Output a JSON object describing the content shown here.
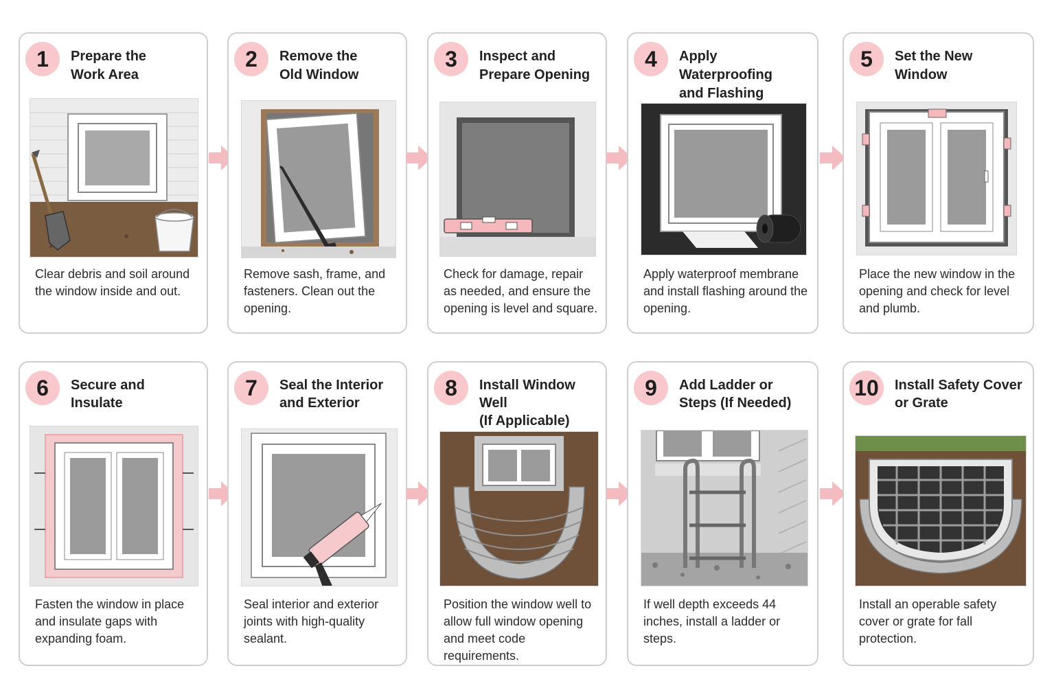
{
  "accent_color": "#f8c8cc",
  "arrow_color": "#f4bcc0",
  "steps": [
    {
      "number": "1",
      "title": "Prepare the\nWork Area",
      "description": "Clear debris and soil around the window inside and out.",
      "icon": "shovel-bucket-window-illustration"
    },
    {
      "number": "2",
      "title": "Remove the\nOld Window",
      "description": "Remove sash, frame, and fasteners. Clean out the opening.",
      "icon": "pry-bar-window-removal-illustration"
    },
    {
      "number": "3",
      "title": "Inspect and\nPrepare Opening",
      "description": "Check for damage, repair as needed, and ensure the opening is level and square.",
      "icon": "level-opening-illustration"
    },
    {
      "number": "4",
      "title": "Apply Waterproofing\nand Flashing",
      "description": "Apply waterproof membrane and install flashing around the opening.",
      "icon": "membrane-roll-illustration"
    },
    {
      "number": "5",
      "title": "Set the New\nWindow",
      "description": "Place the new window in the opening and check for level and plumb.",
      "icon": "shims-window-illustration"
    },
    {
      "number": "6",
      "title": "Secure and\nInsulate",
      "description": "Fasten the window in place and insulate gaps with expanding foam.",
      "icon": "foam-screws-window-illustration"
    },
    {
      "number": "7",
      "title": "Seal the Interior\nand Exterior",
      "description": "Seal interior and exterior joints with high-quality sealant.",
      "icon": "caulk-gun-illustration"
    },
    {
      "number": "8",
      "title": "Install Window Well\n(If Applicable)",
      "description": "Position the window well to allow full window opening and meet code requirements.",
      "icon": "window-well-illustration"
    },
    {
      "number": "9",
      "title": "Add Ladder or\nSteps (If Needed)",
      "description": "If well depth exceeds 44 inches, install a ladder or steps.",
      "icon": "ladder-illustration"
    },
    {
      "number": "10",
      "title": "Install Safety Cover\nor Grate",
      "description": "Install an operable safety cover or grate for fall protection.",
      "icon": "grate-cover-illustration"
    }
  ]
}
